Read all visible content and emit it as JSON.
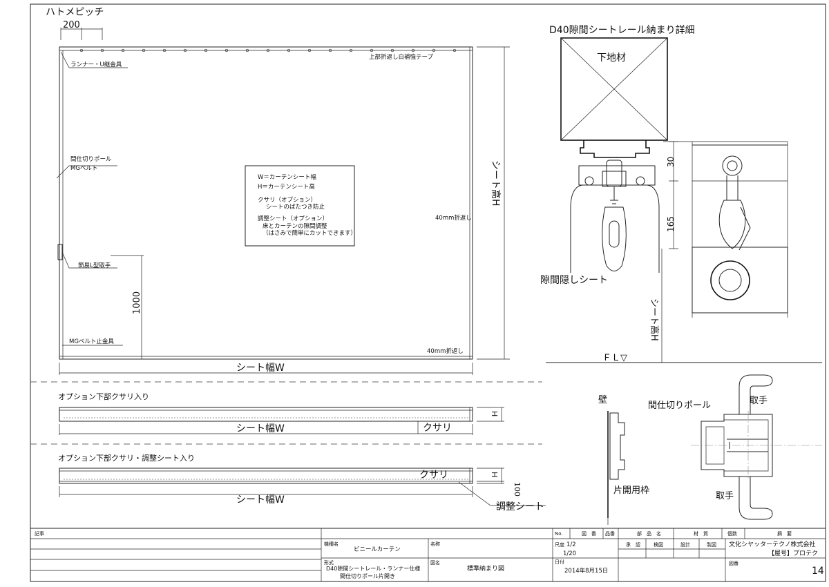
{
  "main": {
    "eyelet_pitch_label": "ハトメピッチ",
    "pitch_value": "200",
    "top_tape": "上部折返し白補強テープ",
    "runner_label": "ランナー・U継金具",
    "pole_label_1": "間仕切りポール",
    "pole_label_2": "MGベルト",
    "handle_label": "簡易L型取手",
    "belt_stopper": "MGベルト止金具",
    "fold_right": "40mm折返し",
    "fold_bottom": "40mm折返し",
    "dim_1000": "1000",
    "sheet_height": "シート高H",
    "sheet_width": "シート幅W"
  },
  "notes": {
    "line1": "W＝カーテンシート幅",
    "line2": "H＝カーテンシート高",
    "line3": "クサリ（オプション）",
    "line4": "シートのばたつき防止",
    "line5": "調整シート（オプション）",
    "line6": "床とカーテンの隙間調整",
    "line7": "（はさみで簡単にカットできます）"
  },
  "option1": {
    "title": "オプション下部クサリ入り",
    "h": "H",
    "width": "シート幅W",
    "chain": "クサリ"
  },
  "option2": {
    "title": "オプション下部クサリ・調整シート入り",
    "h": "H",
    "dim": "100",
    "chain": "クサリ",
    "width": "シート幅W",
    "adjust": "調整シート"
  },
  "detail": {
    "title": "D40隙間シートレール納まり詳細",
    "base": "下地材",
    "gap_sheet": "隙間隠しシート",
    "dim30": "30",
    "dim165": "165",
    "sheet_height": "シート高H",
    "fl": "ＦＬ▽"
  },
  "pole": {
    "wall": "壁",
    "pole": "間仕切りポール",
    "handle_top": "取手",
    "frame": "片開用枠",
    "handle_bottom": "取手"
  },
  "titleblock": {
    "notes_label": "記事",
    "model_label": "機種名",
    "model_value": "ビニールカーテン",
    "name_label": "名称",
    "type_label": "形式",
    "type_value_1": "D40隙間シートレール・ランナー仕様",
    "type_value_2": "間仕切りポール片開き",
    "drawing_name_label": "図名",
    "drawing_name_value": "標準納まり図",
    "no_label": "No.",
    "drawing_no_label": "図　番",
    "item_label": "品番",
    "part_name_label": "部　品　名",
    "material_label": "材　質",
    "qty_label": "個数",
    "remarks_label": "摘　要",
    "scale_label": "尺度",
    "scale_1": "1/2",
    "scale_2": "1/20",
    "approval_label": "承　認",
    "check_label": "検図",
    "design_label": "設計",
    "draft_label": "製図",
    "date_label": "日付",
    "date_value": "2014年8月15日",
    "company": "文化シヤッターテクノ株式会社",
    "brand": "【屋号】プロテク",
    "sheet_no_label": "図番",
    "sheet_no": "14"
  }
}
